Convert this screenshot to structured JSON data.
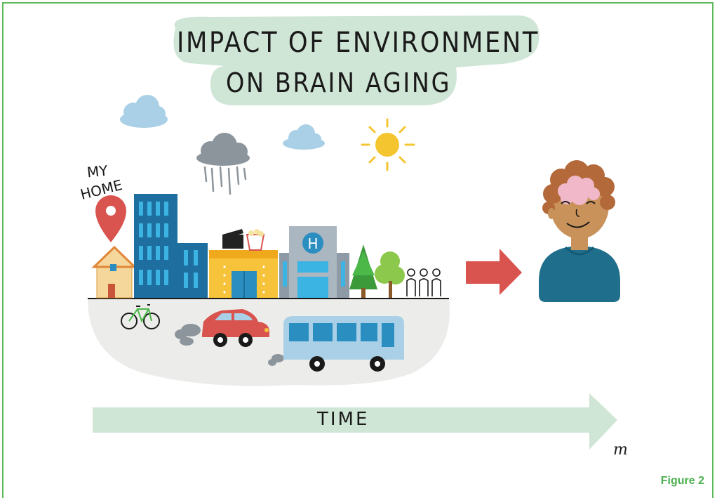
{
  "title": {
    "line1": "IMPACT OF ENVIRONMENT",
    "line2": "ON BRAIN AGING"
  },
  "home_label": {
    "line1": "MY",
    "line2": "HOME"
  },
  "hospital_sign": "H",
  "time_label": "TIME",
  "signature": "m",
  "figure_caption": "Figure 2",
  "colors": {
    "frame": "#5cb85c",
    "title_bubble": "#cfe6d6",
    "time_arrow": "#cfe6d6",
    "arrow_red": "#d9534f",
    "building_blue": "#1e6f9f",
    "sun": "#f5c530",
    "cloud": "#a9d0e6",
    "rain_cloud": "#8c959c",
    "car": "#d9534f",
    "bus": "#a9d0e6",
    "person_shirt": "#1f6e8c",
    "brain": "#f0b8c8"
  },
  "icons": [
    "location-pin-icon",
    "house-icon",
    "bicycle-icon",
    "car-icon",
    "bus-icon",
    "sun-icon",
    "cloud-icon",
    "rain-cloud-icon",
    "hospital-icon",
    "cinema-icon",
    "tree-icon",
    "people-icon",
    "person-icon",
    "brain-icon",
    "arrow-right-icon"
  ]
}
